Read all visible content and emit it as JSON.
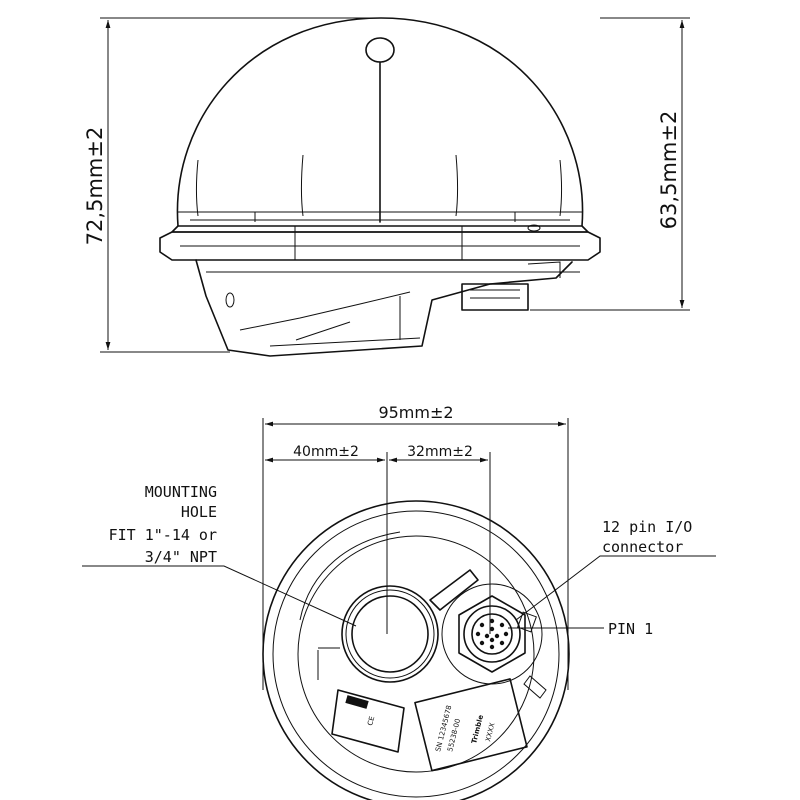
{
  "dimensions": {
    "overall_height": "72,5mm±2",
    "dome_height": "63,5mm±2",
    "overall_width": "95mm±2",
    "hole_offset": "40mm±2",
    "connector_offset": "32mm±2"
  },
  "callouts": {
    "mounting_hole": [
      "MOUNTING",
      "HOLE",
      "FIT 1\"-14 or",
      "3/4\" NPT"
    ],
    "connector": [
      "12 pin I/O",
      "connector"
    ],
    "pin1": "PIN 1"
  },
  "label_plate": {
    "serial": "SN 12345678",
    "part": "55238-00",
    "brand": "Trimble",
    "code": "XXXX"
  }
}
